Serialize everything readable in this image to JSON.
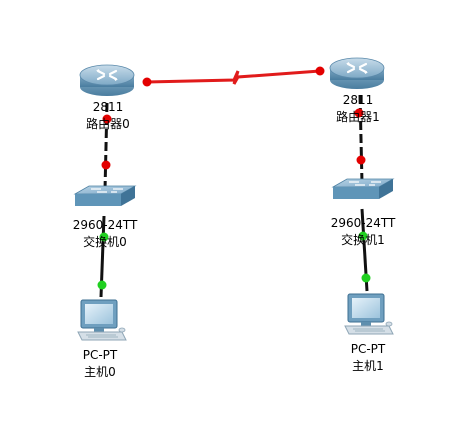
{
  "colors": {
    "serial_link": "#e11b1b",
    "cable": "#111111",
    "port_down": "#e30000",
    "port_up": "#20d020",
    "router_body": "#6e9fbd",
    "switch_body": "#5f95b8"
  },
  "devices": {
    "router0": {
      "model": "2811",
      "name": "路由器0",
      "icon": "router-icon"
    },
    "router1": {
      "model": "2811",
      "name": "路由器1",
      "icon": "router-icon"
    },
    "switch0": {
      "model": "2960-24TT",
      "name": "交换机0",
      "icon": "switch-icon"
    },
    "switch1": {
      "model": "2960-24TT",
      "name": "交换机1",
      "icon": "switch-icon"
    },
    "pc0": {
      "model": "PC-PT",
      "name": "主机0",
      "icon": "pc-icon"
    },
    "pc1": {
      "model": "PC-PT",
      "name": "主机1",
      "icon": "pc-icon"
    }
  },
  "links": [
    {
      "from": "router0",
      "to": "router1",
      "type": "serial",
      "status_from": "down",
      "status_to": "down"
    },
    {
      "from": "router0",
      "to": "switch0",
      "type": "straight",
      "status_from": "down",
      "status_to": "down"
    },
    {
      "from": "router1",
      "to": "switch1",
      "type": "straight",
      "status_from": "down",
      "status_to": "down"
    },
    {
      "from": "switch0",
      "to": "pc0",
      "type": "straight",
      "status_from": "up",
      "status_to": "up"
    },
    {
      "from": "switch1",
      "to": "pc1",
      "type": "straight",
      "status_from": "up",
      "status_to": "up"
    }
  ]
}
